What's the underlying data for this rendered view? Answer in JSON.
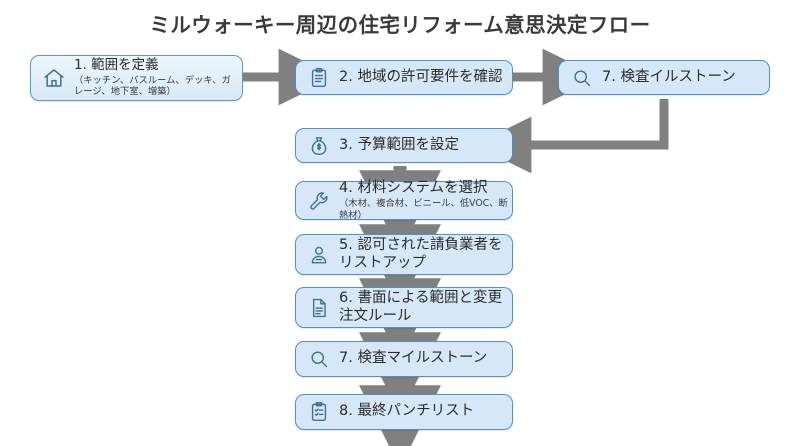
{
  "title": "ミルウォーキー周辺の住宅リフォーム意思決定フロー",
  "colors": {
    "box_fill": "#d6e8f7",
    "box_border": "#4b92c6",
    "arrow": "#808080",
    "title_text": "#3a3a3a",
    "body_text": "#2b2b2b"
  },
  "nodes": [
    {
      "id": "scope",
      "icon": "house-icon",
      "label": "1. 範囲を定義",
      "sub": "（キッチン、バスルーム、デッキ、ガ\nレージ、地下室、増築）"
    },
    {
      "id": "permits",
      "icon": "clipboard-icon",
      "label": "2. 地域の許可要件を確認",
      "sub": ""
    },
    {
      "id": "inspection-top",
      "icon": "magnifier-icon",
      "label": "7. 検査イルストーン",
      "sub": ""
    },
    {
      "id": "budget",
      "icon": "money-bag-icon",
      "label": "3. 予算範囲を設定",
      "sub": ""
    },
    {
      "id": "materials",
      "icon": "wrench-icon",
      "label": "4. 材料システムを選択",
      "sub": "（木材、複合材、ビニール、低VOC、断熱材）"
    },
    {
      "id": "contractors",
      "icon": "person-badge-icon",
      "label": "5. 認可された請負業者を\nリストアップ",
      "sub": ""
    },
    {
      "id": "written-scope",
      "icon": "document-icon",
      "label": "6. 書面による範囲と変更\n注文ルール",
      "sub": ""
    },
    {
      "id": "inspection-milestones",
      "icon": "magnifier-icon",
      "label": "7. 検査マイルストーン",
      "sub": ""
    },
    {
      "id": "punch-list",
      "icon": "clipboard-check-icon",
      "label": "8. 最終パンチリスト",
      "sub": ""
    }
  ]
}
